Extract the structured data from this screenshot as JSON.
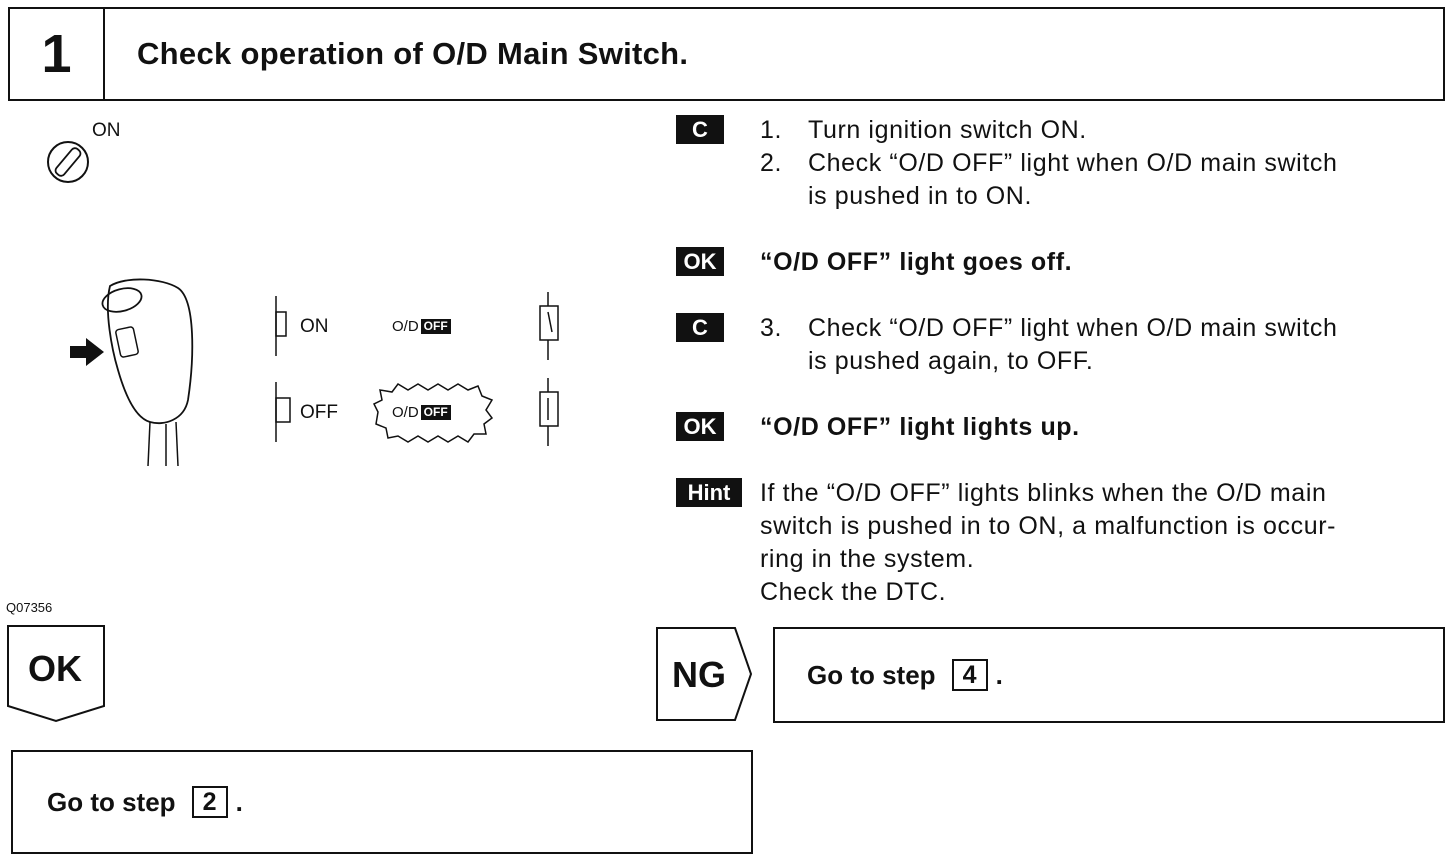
{
  "header": {
    "step_number": "1",
    "title": "Check operation of O/D Main Switch."
  },
  "illustration": {
    "ignition_label": "ON",
    "switch_on_label": "ON",
    "switch_off_label": "OFF",
    "indicator_prefix": "O/D",
    "indicator_box": "OFF",
    "figure_code": "Q07356"
  },
  "instructions": {
    "tags": {
      "check": "C",
      "ok": "OK",
      "hint": "Hint"
    },
    "step1_num": "1.",
    "step1": "Turn ignition switch ON.",
    "step2_num": "2.",
    "step2_line1": "Check “O/D OFF” light when O/D main switch",
    "step2_line2": "is pushed in to ON.",
    "ok1": "“O/D OFF” light goes off.",
    "step3_num": "3.",
    "step3_line1": "Check “O/D OFF” light when O/D main switch",
    "step3_line2": "is pushed again, to OFF.",
    "ok2": "“O/D OFF” light lights up.",
    "hint_line1": "If the “O/D OFF” lights blinks when the O/D main",
    "hint_line2": "switch is pushed in to ON, a malfunction is occur-",
    "hint_line3": "ring in the system.",
    "hint_line4": "Check the DTC."
  },
  "flow": {
    "ok_label": "OK",
    "ng_label": "NG",
    "ng_goto_text": "Go to step",
    "ng_goto_step": "4",
    "ok_goto_text": "Go to step",
    "ok_goto_step": "2",
    "period": "."
  }
}
